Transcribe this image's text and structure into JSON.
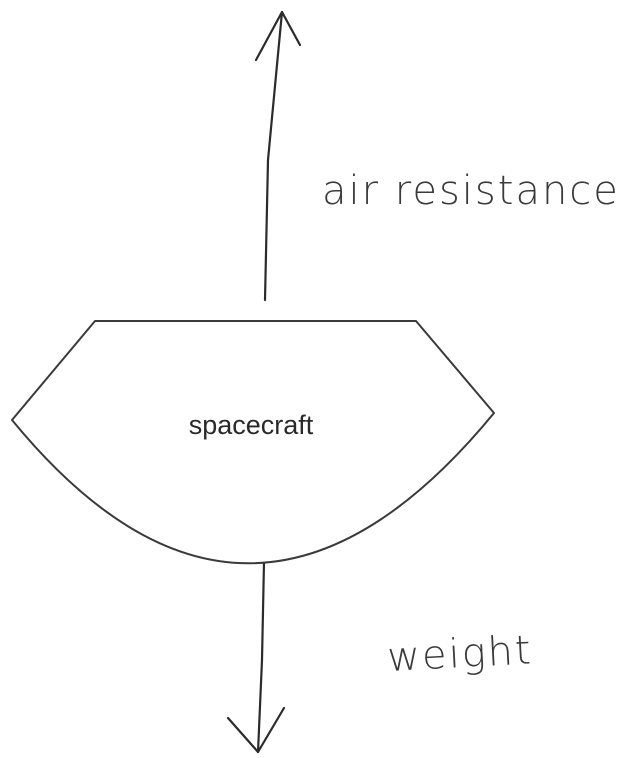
{
  "diagram": {
    "object_label": "spacecraft",
    "forces": {
      "up": {
        "label": "air resistance",
        "direction": "up"
      },
      "down": {
        "label": "weight",
        "direction": "down"
      }
    },
    "colors": {
      "ink": "#2b2b2b",
      "background": "#ffffff"
    }
  }
}
